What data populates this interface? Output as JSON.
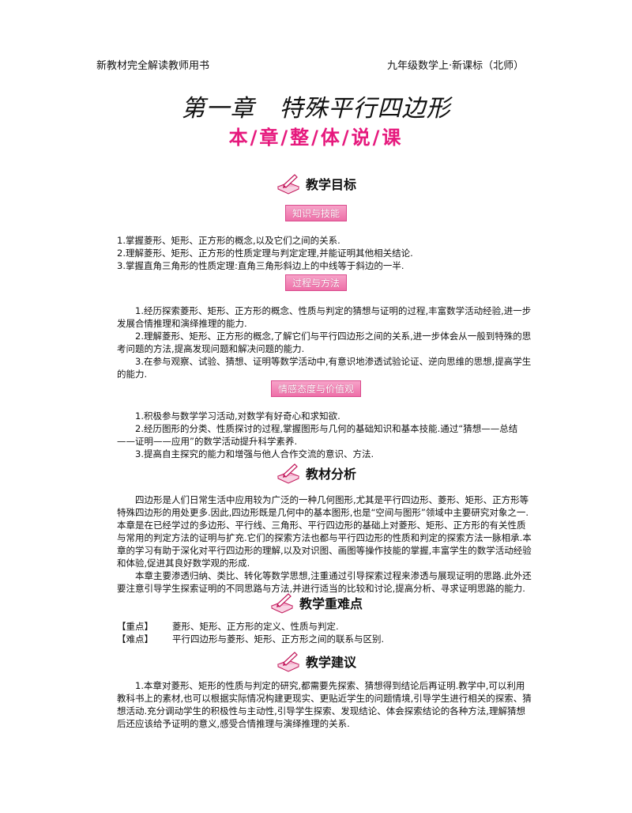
{
  "header": {
    "left": "新教材完全解读教师用书",
    "right": "九年级数学上·新课标（北师）"
  },
  "title": "第一章　特殊平行四边形",
  "subtitle": "本/章/整/体/说/课",
  "sections": {
    "goals": {
      "heading": "教学目标",
      "knowledge": {
        "tag": "知识与技能",
        "items": [
          "1.掌握菱形、矩形、正方形的概念,以及它们之间的关系.",
          "2.理解菱形、矩形、正方形的性质定理与判定定理,并能证明其他相关结论.",
          "3.掌握直角三角形的性质定理:直角三角形斜边上的中线等于斜边的一半."
        ]
      },
      "process": {
        "tag": "过程与方法",
        "items": [
          "1.经历探索菱形、矩形、正方形的概念、性质与判定的猜想与证明的过程,丰富数学活动经验,进一步发展合情推理和演绎推理的能力.",
          "2.理解菱形、矩形、正方形的概念,了解它们与平行四边形之间的关系,进一步体会从一般到特殊的思考问题的方法,提高发现问题和解决问题的能力.",
          "3.在参与观察、试验、猜想、证明等数学活动中,有意识地渗透试验论证、逆向思维的思想,提高学生的能力."
        ]
      },
      "emotion": {
        "tag": "情感态度与价值观",
        "items": [
          "1.积极参与数学学习活动,对数学有好奇心和求知欲.",
          "2.经历图形的分类、性质探讨的过程,掌握图形与几何的基础知识和基本技能.通过“猜想——总结——证明——应用”的数学活动提升科学素养.",
          "3.提高自主探究的能力和增强与他人合作交流的意识、方法."
        ]
      }
    },
    "analysis": {
      "heading": "教材分析",
      "paragraphs": [
        "四边形是人们日常生活中应用较为广泛的一种几何图形,尤其是平行四边形、菱形、矩形、正方形等特殊四边形的用处更多.因此,四边形既是几何中的基本图形,也是“空间与图形”领域中主要研究对象之一.本章是在已经学过的多边形、平行线、三角形、平行四边形的基础上对菱形、矩形、正方形的有关性质与常用的判定方法的证明与扩充.它们的探索方法也都与平行四边形的性质和判定的探索方法一脉相承.本章的学习有助于深化对平行四边形的理解,以及对识图、画图等操作技能的掌握,丰富学生的数学活动经验和体验,促进其良好数学观的形成.",
        "本章主要渗透归纳、类比、转化等数学思想,注重通过引导探索过程来渗透与展现证明的思路.此外还要注意引导学生探索证明的不同思路与方法,并进行适当的比较和讨论,提高分析、寻求证明思路的能力."
      ]
    },
    "keypoints": {
      "heading": "教学重难点",
      "key_label": "【重点】",
      "key_text": "菱形、矩形、正方形的定义、性质与判定.",
      "diff_label": "【难点】",
      "diff_text": "平行四边形与菱形、矩形、正方形之间的联系与区别."
    },
    "suggestions": {
      "heading": "教学建议",
      "paragraphs": [
        "1.本章对菱形、矩形的性质与判定的研究,都需要先探索、猜想得到结论后再证明.教学中,可以利用教科书上的素材,也可以根据实际情况构建更现实、更贴近学生的问题情境,引导学生进行相关的探索、猜想活动.充分调动学生的积极性与主动性,引导学生探索、发现结论、体会探索结论的各种方法,理解猜想后还应该给予证明的意义,感受合情推理与演绎推理的关系."
      ]
    }
  }
}
